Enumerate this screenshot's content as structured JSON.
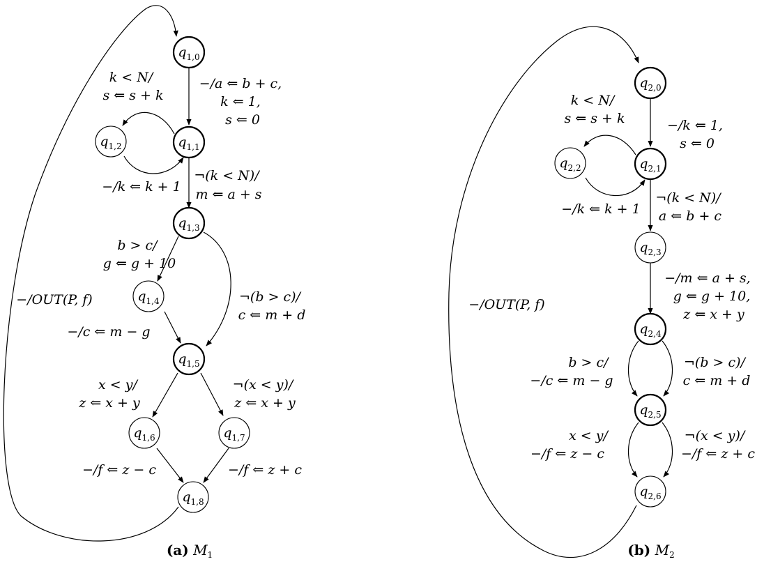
{
  "captions": {
    "m1": {
      "tag": "(a)",
      "name": "M",
      "sub": "1"
    },
    "m2": {
      "tag": "(b)",
      "name": "M",
      "sub": "2"
    }
  },
  "m1": {
    "states": {
      "q10": {
        "base": "q",
        "sub": "1,0"
      },
      "q11": {
        "base": "q",
        "sub": "1,1"
      },
      "q12": {
        "base": "q",
        "sub": "1,2"
      },
      "q13": {
        "base": "q",
        "sub": "1,3"
      },
      "q14": {
        "base": "q",
        "sub": "1,4"
      },
      "q15": {
        "base": "q",
        "sub": "1,5"
      },
      "q16": {
        "base": "q",
        "sub": "1,6"
      },
      "q17": {
        "base": "q",
        "sub": "1,7"
      },
      "q18": {
        "base": "q",
        "sub": "1,8"
      }
    },
    "edges": {
      "q10_q11": [
        "−/a ⇐ b + c,",
        "k ⇐ 1,",
        "s ⇐ 0"
      ],
      "loop_top": [
        "k < N/",
        "s ⇐ s + k"
      ],
      "loop_bottom": [
        "−/k ⇐ k + 1"
      ],
      "q11_q13": [
        "¬(k < N)/",
        "m ⇐ a + s"
      ],
      "q13_q14": [
        "b > c/",
        "g ⇐ g + 10"
      ],
      "q13_q15": [
        "¬(b > c)/",
        "c ⇐ m + d"
      ],
      "q14_q15": [
        "−/c ⇐ m − g"
      ],
      "q15_q16": [
        "x < y/",
        "z ⇐ x + y"
      ],
      "q15_q17": [
        "¬(x < y)/",
        "z ⇐ x + y"
      ],
      "q16_q18": [
        "−/f ⇐ z − c"
      ],
      "q17_q18": [
        "−/f ⇐ z + c"
      ],
      "q18_q10": [
        "−/OUT(P, f)"
      ]
    }
  },
  "m2": {
    "states": {
      "q20": {
        "base": "q",
        "sub": "2,0"
      },
      "q21": {
        "base": "q",
        "sub": "2,1"
      },
      "q22": {
        "base": "q",
        "sub": "2,2"
      },
      "q23": {
        "base": "q",
        "sub": "2,3"
      },
      "q24": {
        "base": "q",
        "sub": "2,4"
      },
      "q25": {
        "base": "q",
        "sub": "2,5"
      },
      "q26": {
        "base": "q",
        "sub": "2,6"
      }
    },
    "edges": {
      "q20_q21": [
        "−/k ⇐ 1,",
        "s ⇐ 0"
      ],
      "loop_top": [
        "k < N/",
        "s ⇐ s + k"
      ],
      "loop_bottom": [
        "−/k ⇐ k + 1"
      ],
      "q21_q23": [
        "¬(k < N)/",
        "a ⇐ b + c"
      ],
      "q23_q24": [
        "−/m ⇐ a + s,",
        "g ⇐ g + 10,",
        "z ⇐ x + y"
      ],
      "q24_q25_left": [
        "b > c/",
        "−/c ⇐ m − g"
      ],
      "q24_q25_right": [
        "¬(b > c)/",
        "c ⇐ m + d"
      ],
      "q25_q26_left": [
        "x < y/",
        "−/f ⇐ z − c"
      ],
      "q25_q26_right": [
        "¬(x < y)/",
        "−/f ⇐ z + c"
      ],
      "q26_q20": [
        "−/OUT(P, f)"
      ]
    }
  }
}
